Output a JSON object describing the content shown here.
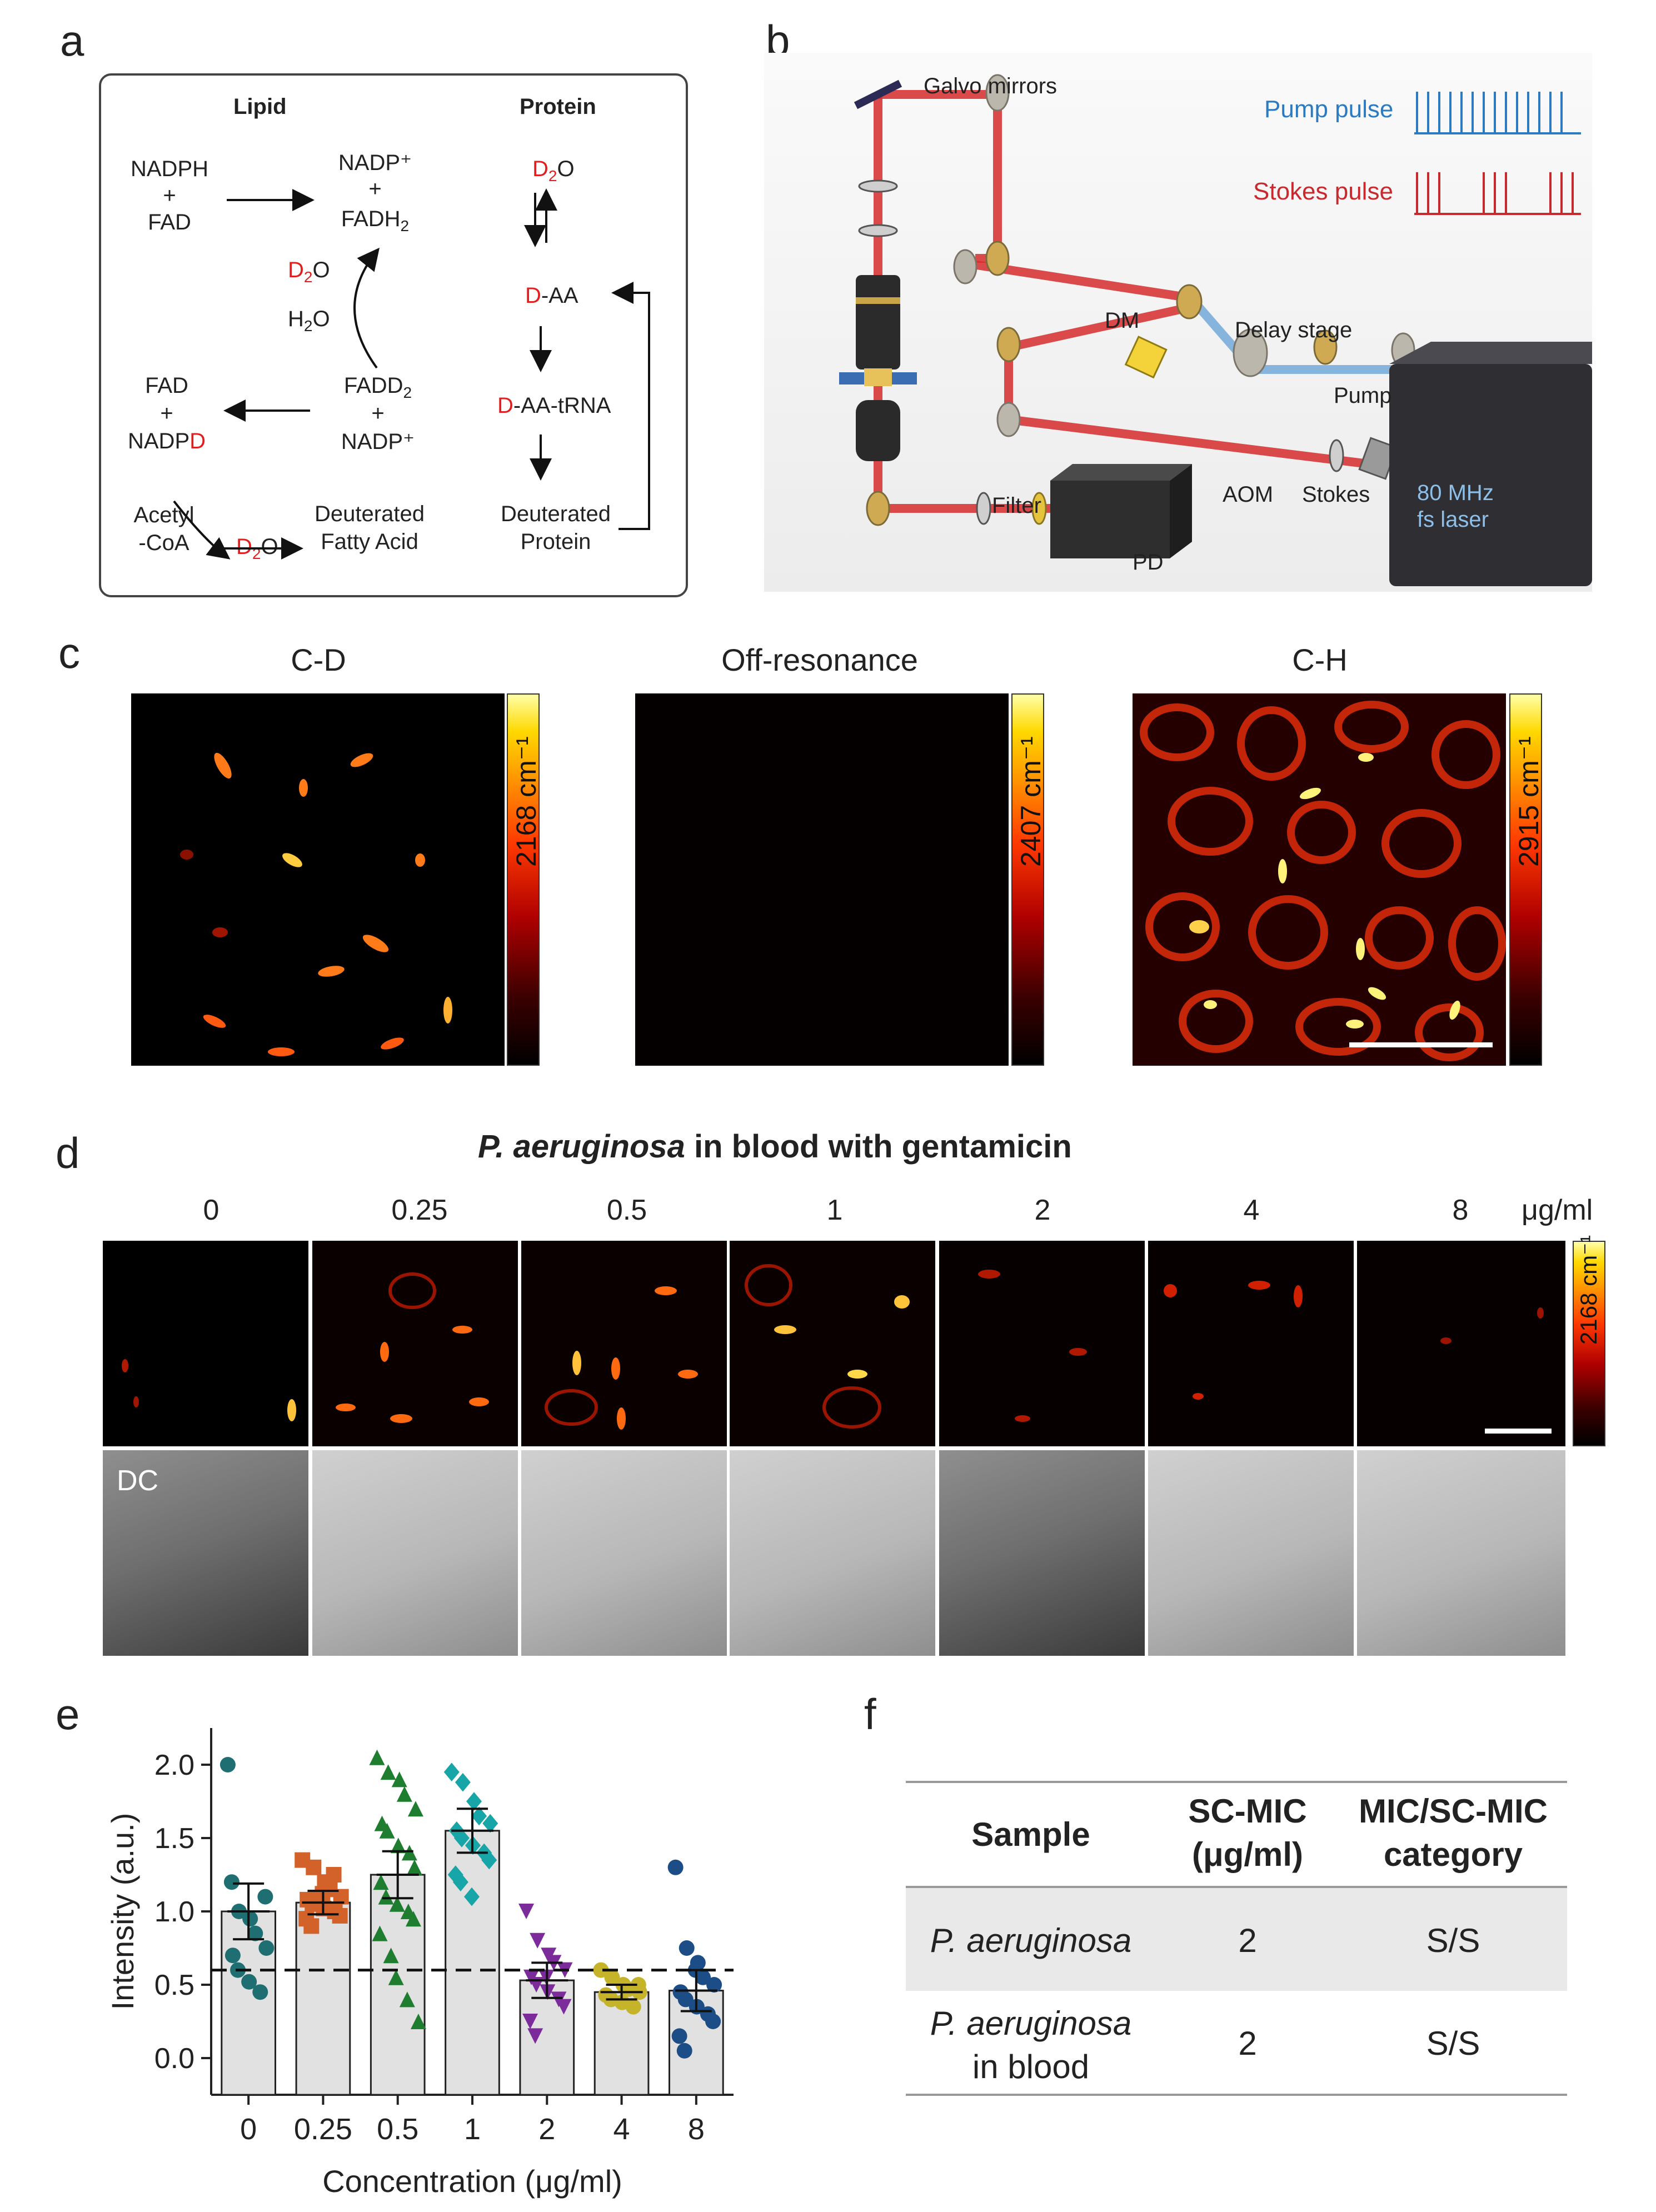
{
  "panels": {
    "a": "a",
    "b": "b",
    "c": "c",
    "d": "d",
    "e": "e",
    "f": "f"
  },
  "a": {
    "lipid_header": "Lipid",
    "protein_header": "Protein",
    "nadph": "NADPH",
    "plus": "+",
    "fad": "FAD",
    "nadp_plus": "NADP⁺",
    "fadh2_pre": "FADH",
    "sub2": "2",
    "d": "D",
    "o": "O",
    "h2o_pre": "H",
    "fadd2_pre": "FADD",
    "nadp": "NADP",
    "acetyl": "Acetyl",
    "coa": "-CoA",
    "deuterated": "Deuterated",
    "fatty_acid": "Fatty Acid",
    "protein": "Protein",
    "aa": "-AA",
    "aa_trna": "-AA-tRNA"
  },
  "b": {
    "galvo": "Galvo mirrors",
    "pump_pulse": "Pump pulse",
    "stokes_pulse": "Stokes pulse",
    "dm": "DM",
    "delay_stage": "Delay stage",
    "pump": "Pump",
    "aom": "AOM",
    "stokes": "Stokes",
    "filter": "Filter",
    "pd": "PD",
    "laser_line1": "80 MHz",
    "laser_line2": "fs laser"
  },
  "c": {
    "titles": [
      "C-D",
      "Off-resonance",
      "C-H"
    ],
    "cbar_labels": [
      "2168 cm⁻¹",
      "2407 cm⁻¹",
      "2915 cm⁻¹"
    ]
  },
  "d": {
    "title_italic": "P. aeruginosa",
    "title_rest": " in blood with gentamicin",
    "concentrations": [
      "0",
      "0.25",
      "0.5",
      "1",
      "2",
      "4",
      "8"
    ],
    "unit": "μg/ml",
    "cbar_label": "2168 cm⁻¹",
    "dc_label": "DC"
  },
  "e": {
    "ylabel": "Intensity (a.u.)",
    "xlabel": "Concentration (μg/ml)"
  },
  "f": {
    "headers": [
      "Sample",
      "SC-MIC\n(μg/ml)",
      "MIC/SC-MIC\ncategory"
    ],
    "rows": [
      {
        "sample": "P. aeruginosa",
        "mic": "2",
        "cat": "S/S"
      },
      {
        "sample": "P. aeruginosa\nin blood",
        "mic": "2",
        "cat": "S/S"
      }
    ]
  },
  "chart_data": {
    "type": "bar",
    "categories": [
      "0",
      "0.25",
      "0.5",
      "1",
      "2",
      "4",
      "8"
    ],
    "values": [
      1.0,
      1.06,
      1.25,
      1.55,
      0.53,
      0.45,
      0.46
    ],
    "errors": [
      0.19,
      0.08,
      0.16,
      0.15,
      0.12,
      0.05,
      0.14
    ],
    "colors": [
      "#1f6e72",
      "#d2622a",
      "#1e7d2f",
      "#17a5a8",
      "#7b2b9a",
      "#c5b32a",
      "#1c4d86"
    ],
    "markers": [
      "circle",
      "square",
      "triangle",
      "diamond",
      "triangle-down",
      "hexagon",
      "pentagon"
    ],
    "points": [
      [
        2.0,
        1.0,
        0.95,
        0.85,
        0.75,
        0.7,
        0.6,
        0.52,
        0.45,
        1.1,
        1.2
      ],
      [
        1.35,
        1.3,
        1.2,
        1.15,
        1.1,
        1.08,
        1.05,
        1.02,
        1.0,
        0.97,
        0.95,
        0.9,
        1.12,
        1.25
      ],
      [
        2.05,
        1.95,
        1.9,
        1.8,
        1.7,
        1.6,
        1.55,
        1.45,
        1.4,
        1.3,
        1.2,
        1.1,
        1.05,
        1.0,
        0.95,
        0.85,
        0.7,
        0.55,
        0.4,
        0.25
      ],
      [
        1.95,
        1.88,
        1.75,
        1.65,
        1.6,
        1.55,
        1.5,
        1.45,
        1.4,
        1.35,
        1.25,
        1.2,
        1.1
      ],
      [
        1.0,
        0.8,
        0.7,
        0.65,
        0.6,
        0.55,
        0.5,
        0.45,
        0.4,
        0.35,
        0.25,
        0.15,
        0.55
      ],
      [
        0.6,
        0.55,
        0.5,
        0.47,
        0.45,
        0.43,
        0.4,
        0.38,
        0.35,
        0.5
      ],
      [
        1.3,
        0.75,
        0.65,
        0.55,
        0.5,
        0.45,
        0.4,
        0.35,
        0.3,
        0.25,
        0.15,
        0.05,
        0.6
      ]
    ],
    "threshold": 0.6,
    "ylim": [
      -0.25,
      2.25
    ],
    "yticks": [
      "0.0",
      "0.5",
      "1.0",
      "1.5",
      "2.0"
    ],
    "xlabel": "Concentration (μg/ml)",
    "ylabel": "Intensity (a.u.)"
  }
}
